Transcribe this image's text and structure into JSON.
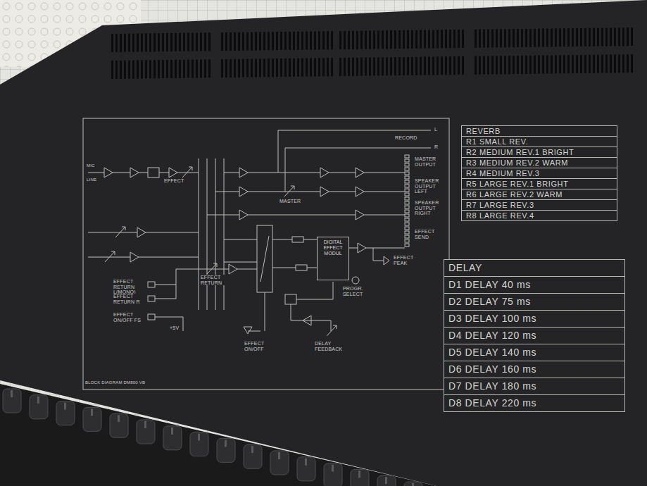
{
  "diagram": {
    "nodes": [
      {
        "text": [
          "REVERB",
          "R1 SMALL REV.",
          "R2 MEDIUM REV.1 BRIGHT",
          "R3 MEDIUM REV.2 WARM",
          "R4 MEDIUM REV.3",
          "R5 LARGE REV.1 BRIGHT",
          "R6 LARGE REV.2 WARM",
          "R7 LARGE REV.3",
          "R8 LARGE REV.4"
        ]
      },
      {
        "text": [
          "DELAY",
          "D1 DELAY 40 ms",
          "D2 DELAY 75 ms",
          "D3 DELAY 100 ms",
          "D4 DELAY 120 ms",
          "D5 DELAY 140 ms",
          "D6 DELAY 160 ms",
          "D7 DELAY 180 ms",
          "D8 DELAY 220 ms"
        ]
      },
      {
        "text": [
          "DIGITAL EFFECT MODUL"
        ]
      }
    ],
    "labels": [
      "RECORD",
      "L",
      "R",
      "MASTER OUTPUT",
      "SPEAKER OUTPUT LEFT",
      "SPEAKER OUTPUT RIGHT",
      "EFFECT SEND",
      "EFFECT PEAK",
      "MASTER",
      "EFFECT",
      "PROGR. SELECT",
      "EFFECT RETURN",
      "EFFECT RETURN L(MONO)",
      "EFFECT RETURN R",
      "EFFECT ON/OFF FS",
      "+5V",
      "EFFECT ON/OFF",
      "DELAY FEEDBACK",
      "MIC",
      "LINE",
      "BLOCK DIAGRAM DM800 VB"
    ]
  }
}
